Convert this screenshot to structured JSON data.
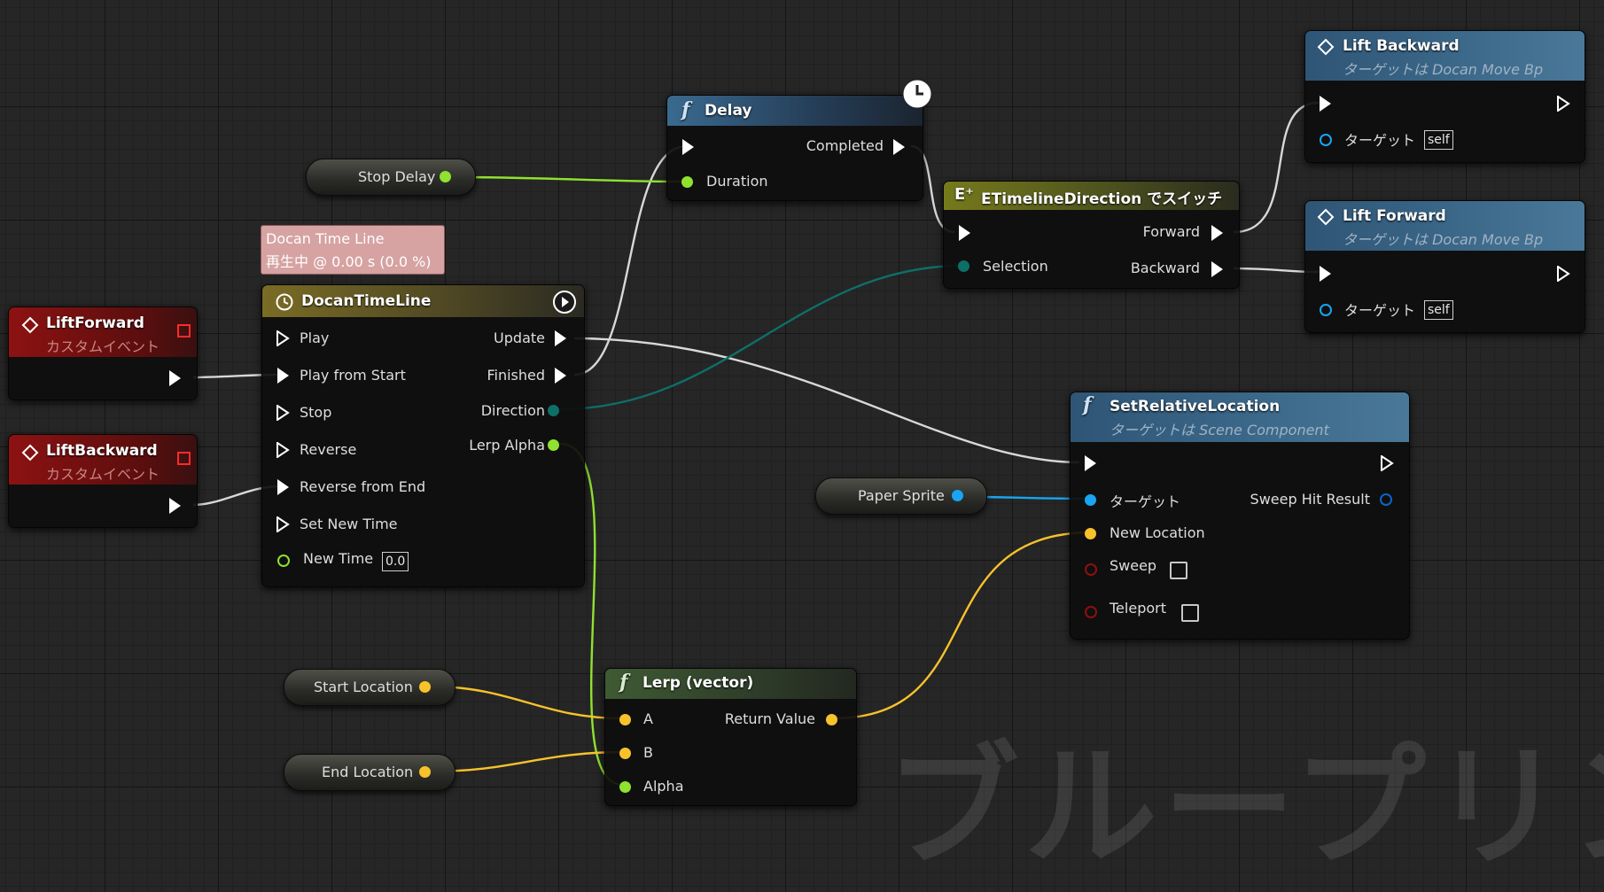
{
  "watermark": "ブループリント",
  "tooltip": {
    "line1": "Docan Time Line",
    "line2": "再生中 @ 0.00 s (0.0 %)"
  },
  "events": {
    "lift_forward": {
      "title": "LiftForward",
      "subtitle": "カスタムイベント"
    },
    "lift_backward": {
      "title": "LiftBackward",
      "subtitle": "カスタムイベント"
    }
  },
  "timeline": {
    "title": "DocanTimeLine",
    "inputs": [
      "Play",
      "Play from Start",
      "Stop",
      "Reverse",
      "Reverse from End",
      "Set New Time"
    ],
    "new_time_label": "New Time",
    "new_time_value": "0.0",
    "outputs": {
      "update": "Update",
      "finished": "Finished",
      "direction": "Direction",
      "lerp_alpha": "Lerp Alpha"
    }
  },
  "variables": {
    "stop_delay": "Stop Delay",
    "paper_sprite": "Paper Sprite",
    "start_location": "Start Location",
    "end_location": "End Location"
  },
  "delay": {
    "title": "Delay",
    "completed": "Completed",
    "duration": "Duration"
  },
  "switch": {
    "title": "ETimelineDirection でスイッチ",
    "forward": "Forward",
    "selection": "Selection",
    "backward": "Backward"
  },
  "lift_backward_call": {
    "title": "Lift Backward",
    "subtitle": "ターゲットは Docan Move Bp",
    "target_label": "ターゲット",
    "target_value": "self"
  },
  "lift_forward_call": {
    "title": "Lift Forward",
    "subtitle": "ターゲットは Docan Move Bp",
    "target_label": "ターゲット",
    "target_value": "self"
  },
  "set_relative_location": {
    "title": "SetRelativeLocation",
    "subtitle": "ターゲットは Scene Component",
    "target_label": "ターゲット",
    "sweep_hit_result": "Sweep Hit Result",
    "new_location": "New Location",
    "sweep": "Sweep",
    "teleport": "Teleport"
  },
  "lerp": {
    "title": "Lerp (vector)",
    "a": "A",
    "b": "B",
    "alpha": "Alpha",
    "return_value": "Return Value"
  },
  "colors": {
    "exec": "#ffffff",
    "float": "#8fe22f",
    "vector": "#f8c22b",
    "object": "#19a5f2",
    "enum": "#0e6f68",
    "bool": "#8e1010",
    "event_header": "#8d1212",
    "function_header": "#2f5576",
    "timeline_header": "#6f6425",
    "switch_header": "#6c721a",
    "lerp_header": "#3f5a33"
  }
}
